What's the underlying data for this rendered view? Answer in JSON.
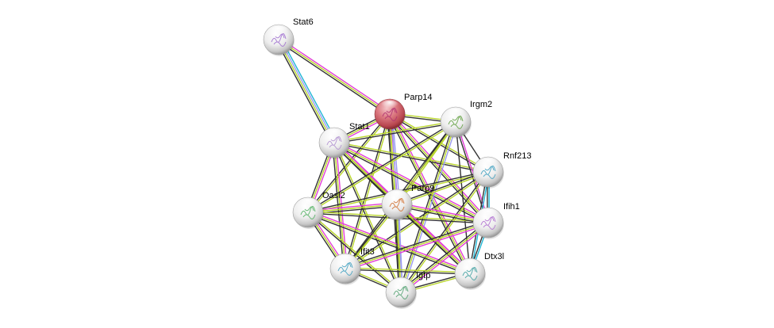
{
  "diagram": {
    "type": "protein-interaction-network",
    "query_protein": "Parp14",
    "evidence_colors": {
      "textmining": "#b9d62b",
      "coexpression": "#333333",
      "experiments": "#e23fd8",
      "databases": "#22b7d6",
      "homology": "#9b9bf0",
      "neighborhood": "#2ad42a"
    },
    "node_colors": {
      "query": "#d9707a",
      "default": "#e8e8e8"
    },
    "nodes": [
      {
        "id": "Stat6",
        "label": "Stat6",
        "query": false,
        "structure_tint": "#a070d0"
      },
      {
        "id": "Parp14",
        "label": "Parp14",
        "query": true,
        "structure_tint": "#b03070"
      },
      {
        "id": "Irgm2",
        "label": "Irgm2",
        "query": false,
        "structure_tint": "#60a040"
      },
      {
        "id": "Stat1",
        "label": "Stat1",
        "query": false,
        "structure_tint": "#b090d0"
      },
      {
        "id": "Rnf213",
        "label": "Rnf213",
        "query": false,
        "structure_tint": "#40a0c0"
      },
      {
        "id": "Oasl2",
        "label": "Oasl2",
        "query": false,
        "structure_tint": "#50b060"
      },
      {
        "id": "Parp9",
        "label": "Parp9",
        "query": false,
        "structure_tint": "#d07030"
      },
      {
        "id": "Ifih1",
        "label": "Ifih1",
        "query": false,
        "structure_tint": "#b070d0"
      },
      {
        "id": "Ifit3",
        "label": "Ifit3",
        "query": false,
        "structure_tint": "#40a0c0"
      },
      {
        "id": "Dtx3l",
        "label": "Dtx3l",
        "query": false,
        "structure_tint": "#40a0a0"
      },
      {
        "id": "Igtp",
        "label": "Igtp",
        "query": false,
        "structure_tint": "#50a070"
      }
    ],
    "edges": [
      {
        "source": "Stat6",
        "target": "Parp14",
        "evidence": [
          "experiments",
          "textmining",
          "coexpression"
        ]
      },
      {
        "source": "Stat6",
        "target": "Stat1",
        "evidence": [
          "databases",
          "homology",
          "textmining",
          "coexpression"
        ]
      },
      {
        "source": "Parp14",
        "target": "Stat1",
        "evidence": [
          "experiments",
          "textmining",
          "coexpression"
        ]
      },
      {
        "source": "Parp14",
        "target": "Irgm2",
        "evidence": [
          "textmining",
          "coexpression"
        ]
      },
      {
        "source": "Parp14",
        "target": "Rnf213",
        "evidence": [
          "textmining",
          "coexpression"
        ]
      },
      {
        "source": "Parp14",
        "target": "Oasl2",
        "evidence": [
          "textmining",
          "coexpression"
        ]
      },
      {
        "source": "Parp14",
        "target": "Parp9",
        "evidence": [
          "homology",
          "experiments",
          "textmining",
          "coexpression"
        ]
      },
      {
        "source": "Parp14",
        "target": "Ifih1",
        "evidence": [
          "experiments",
          "textmining",
          "coexpression"
        ]
      },
      {
        "source": "Parp14",
        "target": "Ifit3",
        "evidence": [
          "textmining",
          "coexpression"
        ]
      },
      {
        "source": "Parp14",
        "target": "Dtx3l",
        "evidence": [
          "experiments",
          "textmining",
          "coexpression"
        ]
      },
      {
        "source": "Parp14",
        "target": "Igtp",
        "evidence": [
          "homology",
          "textmining",
          "coexpression"
        ]
      },
      {
        "source": "Stat1",
        "target": "Irgm2",
        "evidence": [
          "textmining",
          "coexpression"
        ]
      },
      {
        "source": "Stat1",
        "target": "Rnf213",
        "evidence": [
          "textmining",
          "coexpression"
        ]
      },
      {
        "source": "Stat1",
        "target": "Oasl2",
        "evidence": [
          "experiments",
          "textmining",
          "coexpression"
        ]
      },
      {
        "source": "Stat1",
        "target": "Parp9",
        "evidence": [
          "experiments",
          "textmining",
          "coexpression"
        ]
      },
      {
        "source": "Stat1",
        "target": "Ifih1",
        "evidence": [
          "experiments",
          "textmining",
          "coexpression"
        ]
      },
      {
        "source": "Stat1",
        "target": "Ifit3",
        "evidence": [
          "experiments",
          "textmining",
          "coexpression"
        ]
      },
      {
        "source": "Stat1",
        "target": "Dtx3l",
        "evidence": [
          "experiments",
          "textmining",
          "coexpression"
        ]
      },
      {
        "source": "Stat1",
        "target": "Igtp",
        "evidence": [
          "textmining",
          "coexpression"
        ]
      },
      {
        "source": "Irgm2",
        "target": "Rnf213",
        "evidence": [
          "coexpression"
        ]
      },
      {
        "source": "Irgm2",
        "target": "Oasl2",
        "evidence": [
          "textmining",
          "coexpression"
        ]
      },
      {
        "source": "Irgm2",
        "target": "Parp9",
        "evidence": [
          "textmining",
          "coexpression"
        ]
      },
      {
        "source": "Irgm2",
        "target": "Ifih1",
        "evidence": [
          "experiments",
          "coexpression"
        ]
      },
      {
        "source": "Irgm2",
        "target": "Ifit3",
        "evidence": [
          "textmining",
          "coexpression"
        ]
      },
      {
        "source": "Irgm2",
        "target": "Dtx3l",
        "evidence": [
          "coexpression"
        ]
      },
      {
        "source": "Irgm2",
        "target": "Igtp",
        "evidence": [
          "homology",
          "textmining",
          "coexpression"
        ]
      },
      {
        "source": "Rnf213",
        "target": "Oasl2",
        "evidence": [
          "textmining",
          "coexpression"
        ]
      },
      {
        "source": "Rnf213",
        "target": "Parp9",
        "evidence": [
          "textmining",
          "coexpression"
        ]
      },
      {
        "source": "Rnf213",
        "target": "Ifih1",
        "evidence": [
          "databases",
          "coexpression"
        ]
      },
      {
        "source": "Rnf213",
        "target": "Ifit3",
        "evidence": [
          "textmining",
          "coexpression"
        ]
      },
      {
        "source": "Rnf213",
        "target": "Dtx3l",
        "evidence": [
          "databases",
          "coexpression"
        ]
      },
      {
        "source": "Rnf213",
        "target": "Igtp",
        "evidence": [
          "textmining",
          "coexpression"
        ]
      },
      {
        "source": "Oasl2",
        "target": "Parp9",
        "evidence": [
          "experiments",
          "textmining",
          "coexpression"
        ]
      },
      {
        "source": "Oasl2",
        "target": "Ifih1",
        "evidence": [
          "textmining",
          "coexpression"
        ]
      },
      {
        "source": "Oasl2",
        "target": "Ifit3",
        "evidence": [
          "experiments",
          "textmining",
          "coexpression"
        ]
      },
      {
        "source": "Oasl2",
        "target": "Dtx3l",
        "evidence": [
          "experiments",
          "textmining",
          "coexpression"
        ]
      },
      {
        "source": "Oasl2",
        "target": "Igtp",
        "evidence": [
          "textmining",
          "coexpression"
        ]
      },
      {
        "source": "Parp9",
        "target": "Ifih1",
        "evidence": [
          "experiments",
          "textmining",
          "coexpression"
        ]
      },
      {
        "source": "Parp9",
        "target": "Ifit3",
        "evidence": [
          "textmining",
          "coexpression"
        ]
      },
      {
        "source": "Parp9",
        "target": "Dtx3l",
        "evidence": [
          "experiments",
          "textmining",
          "coexpression"
        ]
      },
      {
        "source": "Parp9",
        "target": "Igtp",
        "evidence": [
          "homology",
          "textmining",
          "coexpression"
        ]
      },
      {
        "source": "Ifih1",
        "target": "Ifit3",
        "evidence": [
          "experiments",
          "textmining",
          "coexpression"
        ]
      },
      {
        "source": "Ifih1",
        "target": "Dtx3l",
        "evidence": [
          "databases",
          "coexpression"
        ]
      },
      {
        "source": "Ifih1",
        "target": "Igtp",
        "evidence": [
          "experiments",
          "textmining",
          "coexpression"
        ]
      },
      {
        "source": "Ifit3",
        "target": "Dtx3l",
        "evidence": [
          "textmining",
          "coexpression"
        ]
      },
      {
        "source": "Ifit3",
        "target": "Igtp",
        "evidence": [
          "textmining",
          "coexpression"
        ]
      },
      {
        "source": "Dtx3l",
        "target": "Igtp",
        "evidence": [
          "textmining",
          "coexpression"
        ]
      }
    ]
  }
}
